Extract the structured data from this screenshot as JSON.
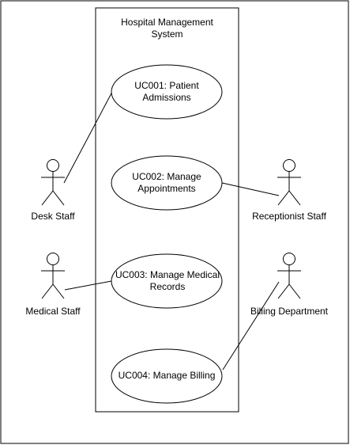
{
  "system": {
    "title": "Hospital Management System"
  },
  "use_cases": [
    {
      "id": "uc001",
      "label": "UC001: Patient Admissions"
    },
    {
      "id": "uc002",
      "label": "UC002: Manage Appointments"
    },
    {
      "id": "uc003",
      "label": "UC003: Manage Medical Records"
    },
    {
      "id": "uc004",
      "label": "UC004: Manage Billing"
    }
  ],
  "actors": [
    {
      "id": "desk-staff",
      "label": "Desk Staff"
    },
    {
      "id": "receptionist-staff",
      "label": "Receptionist Staff"
    },
    {
      "id": "medical-staff",
      "label": "Medical Staff"
    },
    {
      "id": "billing-department",
      "label": "Billing Department"
    }
  ],
  "associations": [
    {
      "actor": "desk-staff",
      "use_case": "uc001"
    },
    {
      "actor": "receptionist-staff",
      "use_case": "uc002"
    },
    {
      "actor": "medical-staff",
      "use_case": "uc003"
    },
    {
      "actor": "billing-department",
      "use_case": "uc004"
    }
  ]
}
